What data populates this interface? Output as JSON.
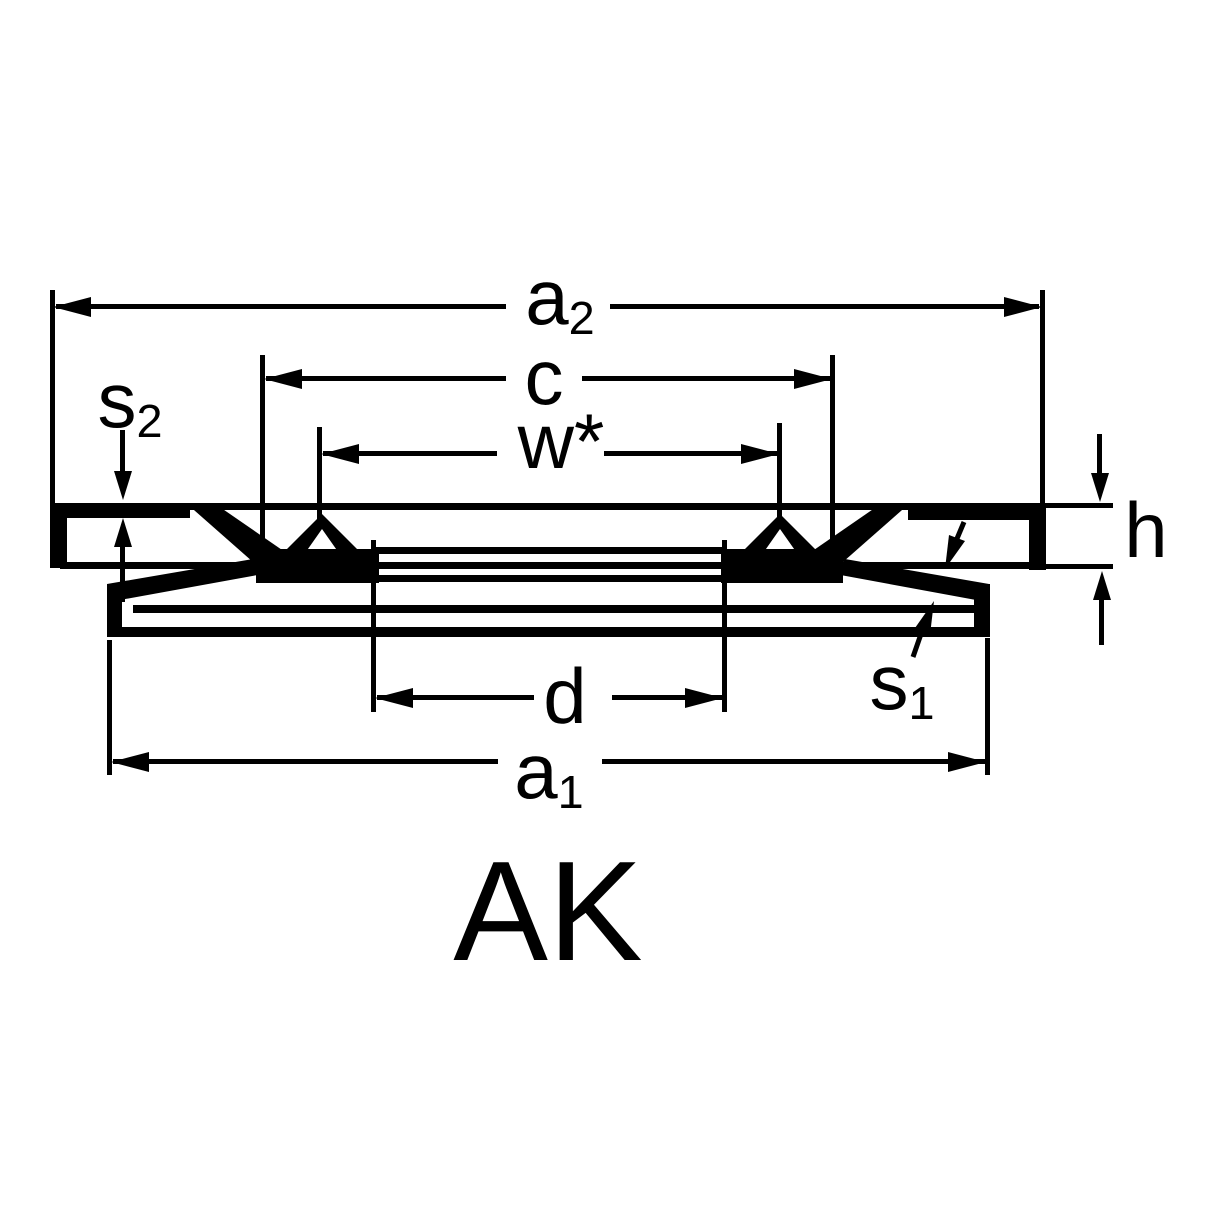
{
  "title": {
    "text": "AK"
  },
  "labels": {
    "a2": {
      "base": "a",
      "sub": "2"
    },
    "c": {
      "base": "c"
    },
    "w": {
      "base": "w*"
    },
    "s2": {
      "base": "s",
      "sub": "2"
    },
    "h": {
      "base": "h"
    },
    "s1": {
      "base": "s",
      "sub": "1"
    },
    "d": {
      "base": "d"
    },
    "a1": {
      "base": "a",
      "sub": "1"
    }
  },
  "colors": {
    "ink": "#000000",
    "background": "#ffffff"
  },
  "diagram": {
    "type": "cross-section"
  }
}
